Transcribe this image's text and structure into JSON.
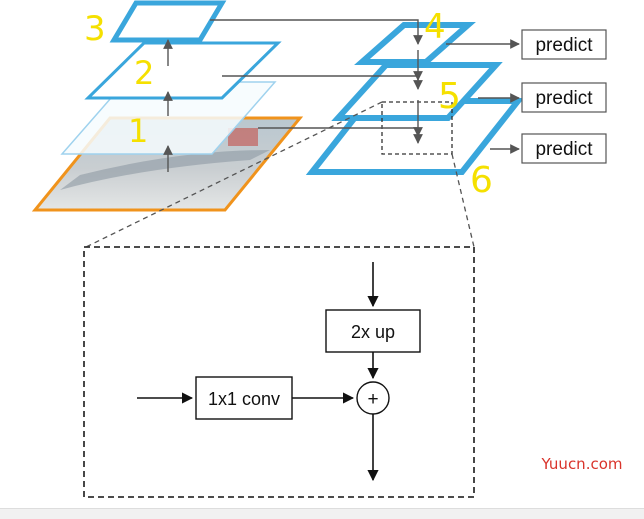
{
  "diagram": {
    "outputs": [
      "predict",
      "predict",
      "predict"
    ],
    "handwritten_numbers": [
      "3",
      "2",
      "1",
      "4",
      "5",
      "6"
    ],
    "inset": {
      "upsample_label": "2x up",
      "conv_label": "1x1 conv",
      "add_symbol": "+"
    },
    "colors": {
      "pyramid_blue": "#3aa6dc",
      "image_border": "#f0931c",
      "handwriting": "#f5e000",
      "arrows": "#555555",
      "inset_border": "#333333"
    }
  },
  "watermark": "Yuucn.com"
}
